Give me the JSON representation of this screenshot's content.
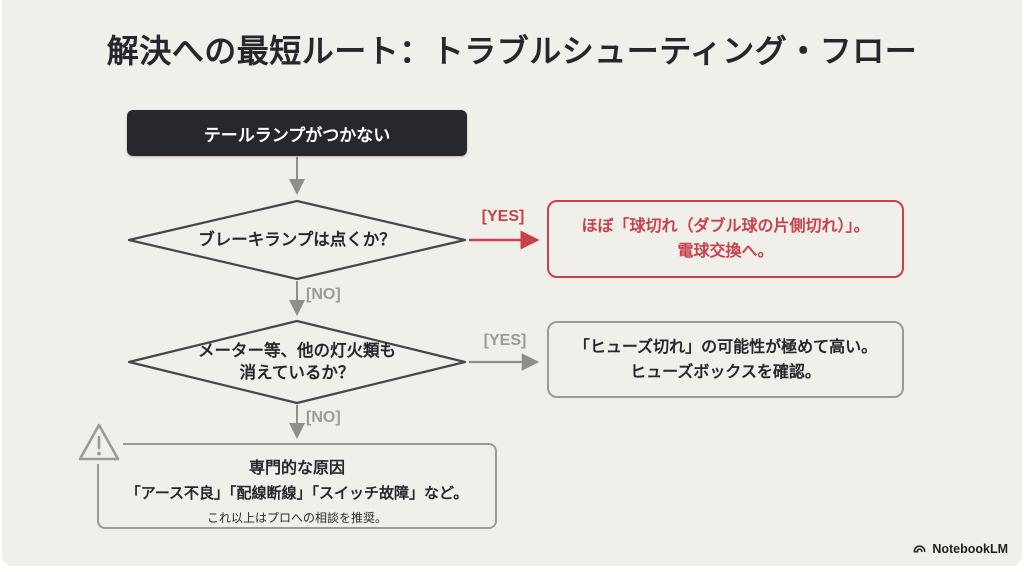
{
  "title": "解決への最短ルート：トラブルシューティング・フロー",
  "flow": {
    "start": "テールランプがつかない",
    "d1": {
      "question": "ブレーキランプは点くか？",
      "yes": "[YES]",
      "no": "[NO]",
      "result_line1": "ほぼ「球切れ（ダブル球の片側切れ）」。",
      "result_line2": "電球交換へ。"
    },
    "d2": {
      "question_line1": "メーター等、他の灯火類も",
      "question_line2": "消えているか？",
      "yes": "[YES]",
      "no": "[NO]",
      "result_line1": "「ヒューズ切れ」の可能性が極めて高い。",
      "result_line2": "ヒューズボックスを確認。"
    },
    "final": {
      "heading": "専門的な原因",
      "body": "「アース不良」「配線断線」「スイッチ故障」など。",
      "note": "これ以上はプロへの相談を推奨。"
    }
  },
  "footer": {
    "brand": "NotebookLM"
  },
  "icons": {
    "warning": "warning-triangle-icon",
    "brand_logo": "notebooklm-logo-icon"
  },
  "colors": {
    "background": "#F1EFE9",
    "start_box": "#26282E",
    "accent_red": "#C8414B",
    "gray": "#9B9B94",
    "arrow_gray": "#8F8F89",
    "diamond_stroke": "#45464B",
    "text_dark": "#26272C"
  }
}
